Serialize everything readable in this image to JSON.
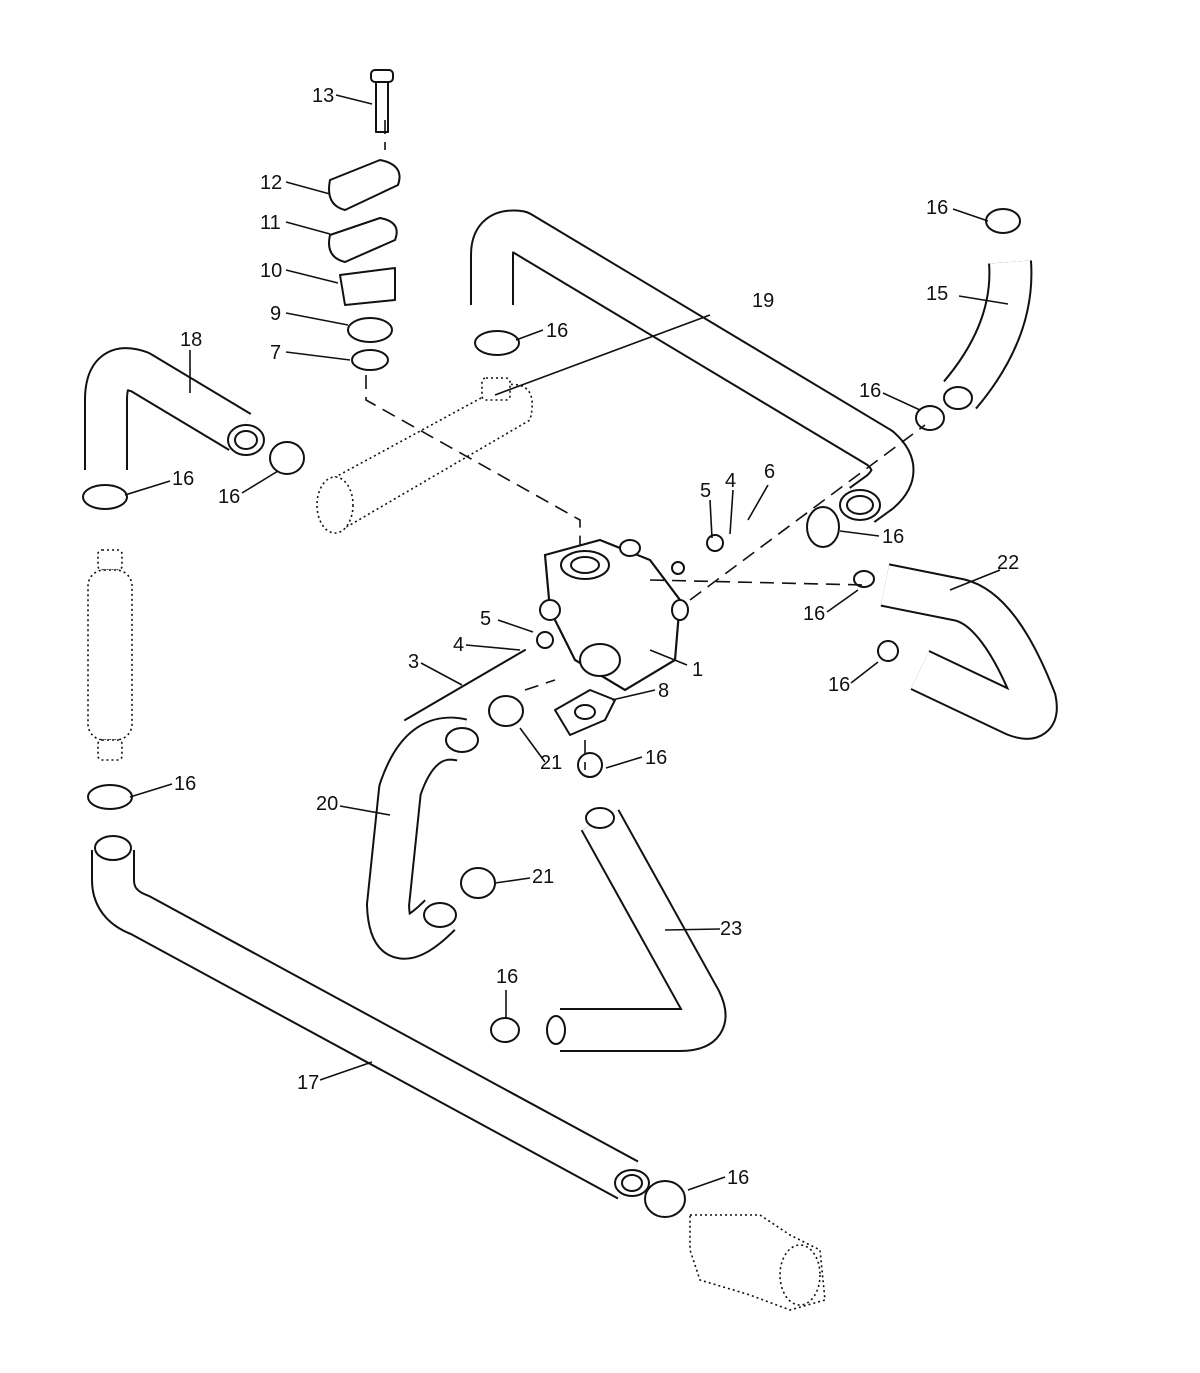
{
  "diagram": {
    "callouts": {
      "p1": "1",
      "p3": "3",
      "p4a": "4",
      "p4b": "4",
      "p5a": "5",
      "p5b": "5",
      "p6": "6",
      "p7": "7",
      "p8": "8",
      "p9": "9",
      "p10": "10",
      "p11": "11",
      "p12": "12",
      "p13": "13",
      "p15": "15",
      "p16a": "16",
      "p16b": "16",
      "p16c": "16",
      "p16d": "16",
      "p16e": "16",
      "p16f": "16",
      "p16g": "16",
      "p16h": "16",
      "p16i": "16",
      "p16j": "16",
      "p16k": "16",
      "p16l": "16",
      "p17": "17",
      "p18": "18",
      "p19": "19",
      "p20": "20",
      "p21a": "21",
      "p21b": "21",
      "p22": "22",
      "p23": "23"
    },
    "colors": {
      "ink": "#111111",
      "paper": "#ffffff"
    }
  }
}
